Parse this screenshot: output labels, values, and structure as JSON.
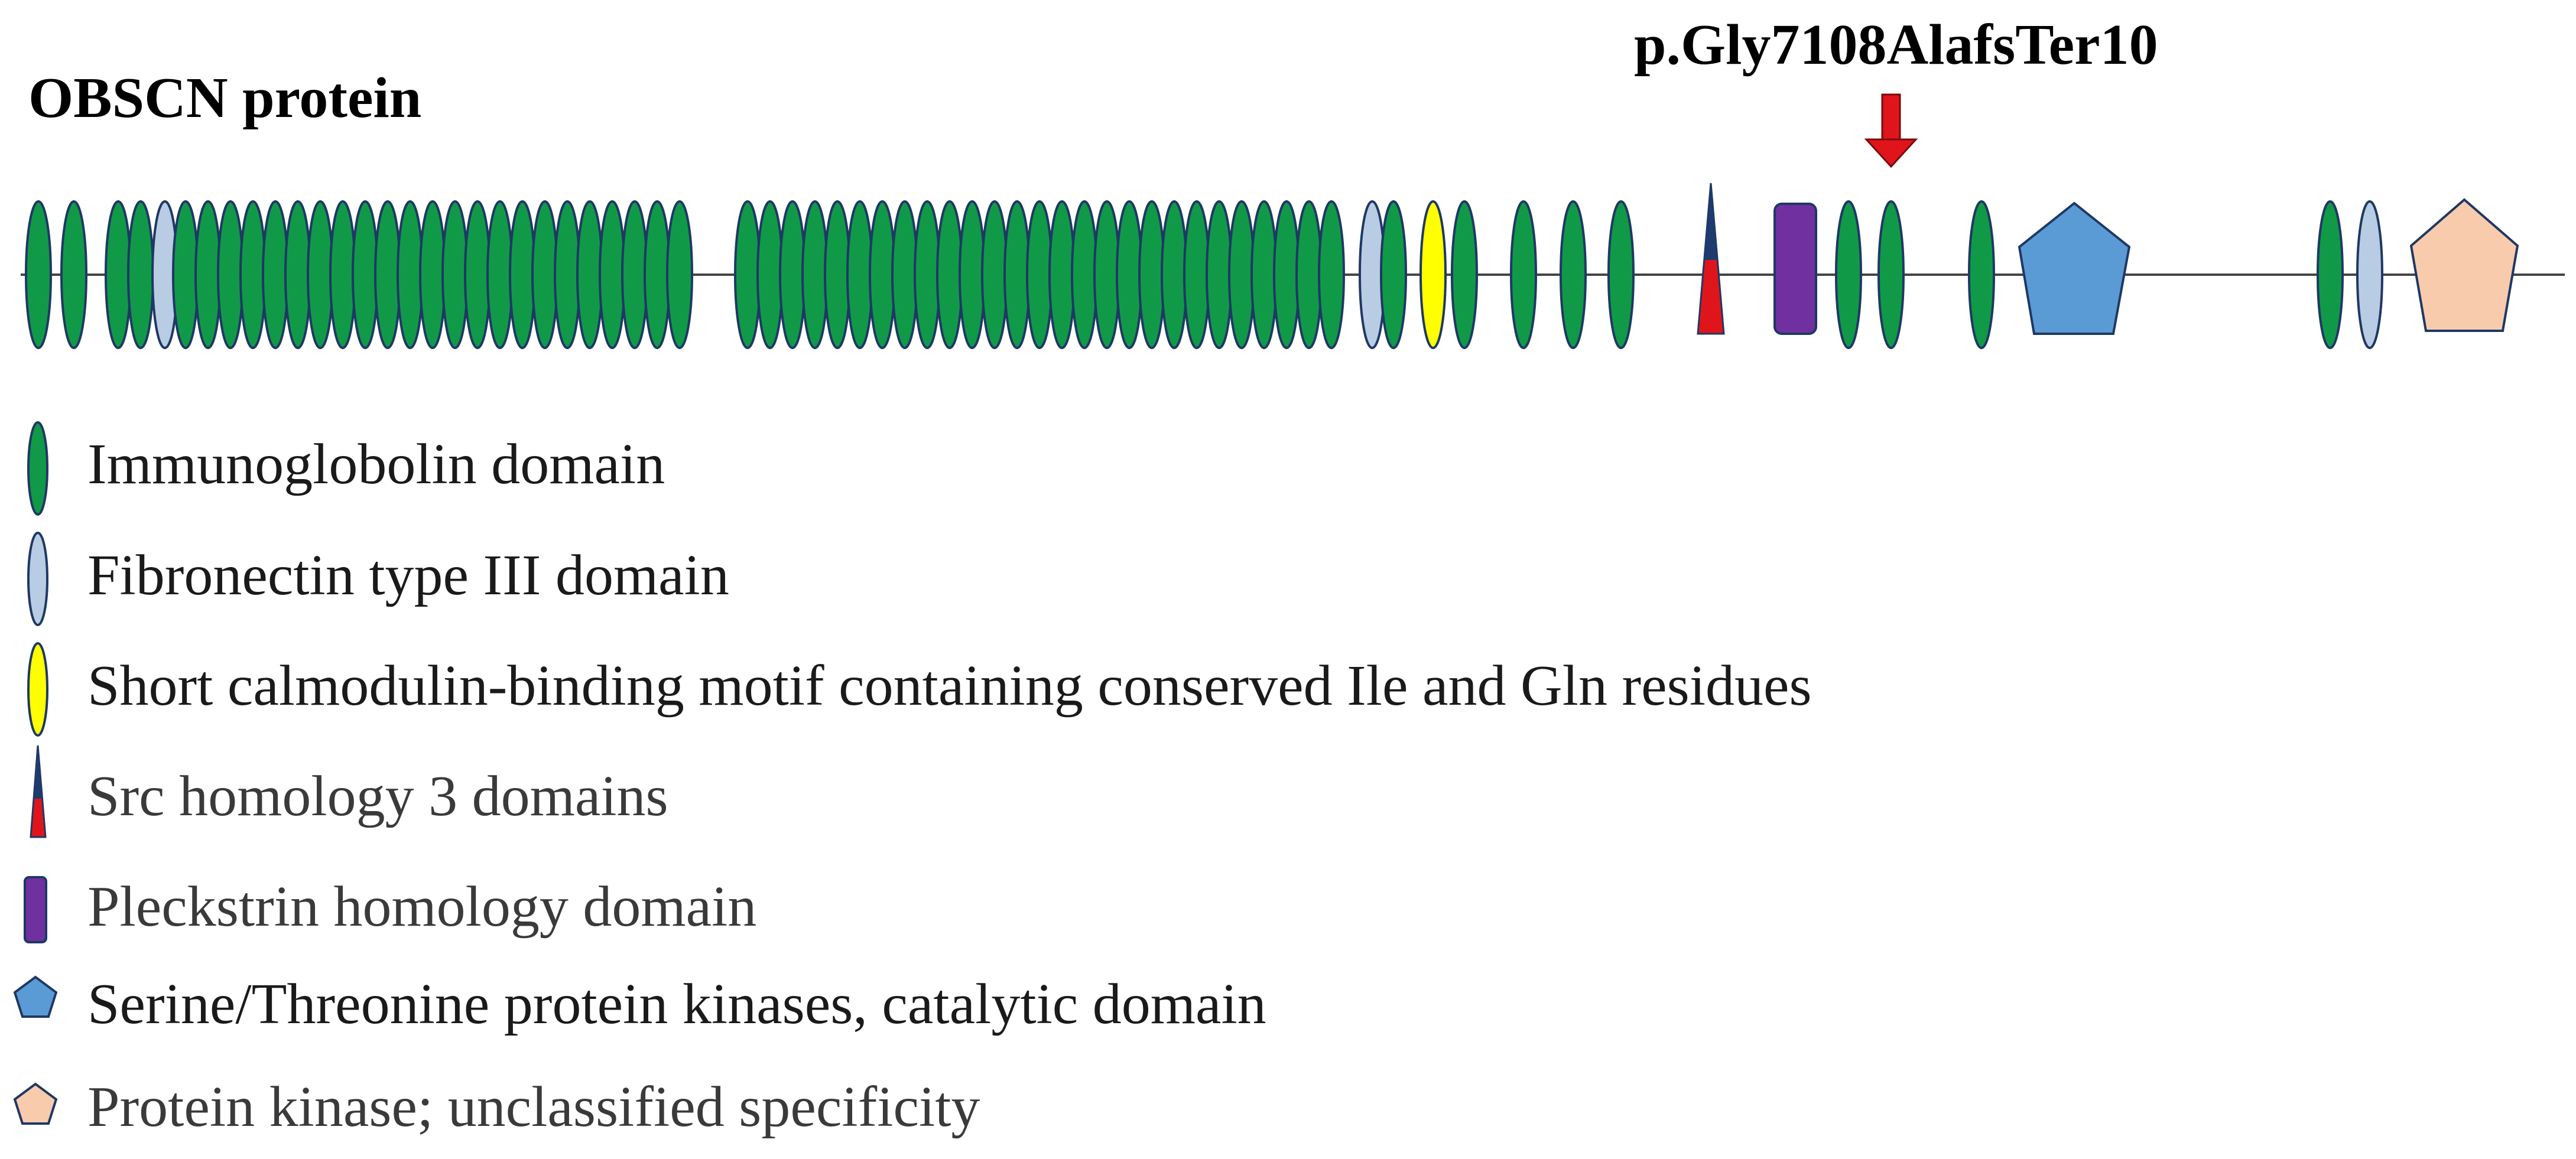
{
  "title": "OBSCN protein",
  "mutation_label": "p.Gly7108AlafsTer10",
  "colors": {
    "immunoglobulin": "#109a48",
    "fibronectin": "#b8cce4",
    "calmodulin": "#ffff00",
    "sh3_top": "#1f3a6e",
    "sh3_bottom": "#e0151b",
    "pleckstrin": "#7030a0",
    "ser_thr_kinase": "#5b9bd5",
    "unclassified_kinase": "#f8cbad",
    "outline": "#1f3864",
    "arrow": "#e0151b",
    "line": "#444444"
  },
  "legend": [
    {
      "shape": "immunoglobulin",
      "label": "Immunoglobolin domain"
    },
    {
      "shape": "fibronectin",
      "label": "Fibronectin type III  domain"
    },
    {
      "shape": "calmodulin",
      "label": "Short calmodulin-binding motif containing conserved Ile and Gln residues"
    },
    {
      "shape": "sh3",
      "label": "Src homology 3 domains"
    },
    {
      "shape": "pleckstrin",
      "label": "Pleckstrin homology  domain"
    },
    {
      "shape": "ser_thr_kinase",
      "label": "Serine/Threonine protein kinases, catalytic domain"
    },
    {
      "shape": "unclassified_kinase",
      "label": "Protein kinase; unclassified specificity"
    }
  ]
}
